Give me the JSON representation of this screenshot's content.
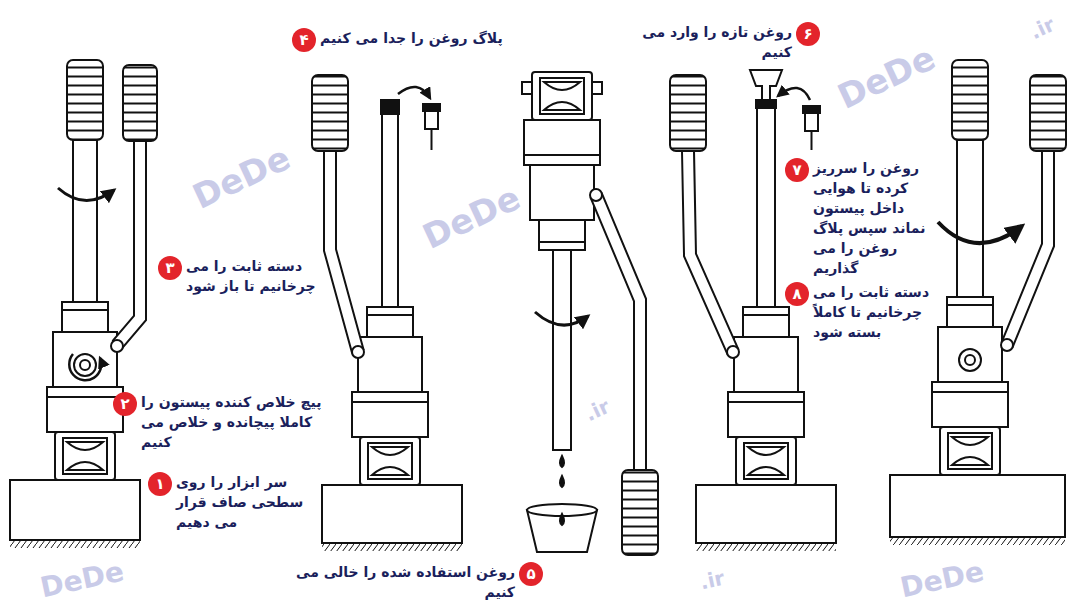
{
  "diagram": {
    "nodes": [
      {
        "text": [
          "۱",
          "سر ابزار را روی سطحی صاف قرار می دهیم"
        ]
      },
      {
        "text": [
          "۲",
          "پیچ خلاص کننده پیستون را کاملا پیچانده و خلاص می کنیم"
        ]
      },
      {
        "text": [
          "۳",
          "دسته ثابت را می چرخانیم تا باز شود"
        ]
      },
      {
        "text": [
          "۴",
          "پلاگ روغن را جدا می کنیم"
        ]
      },
      {
        "text": [
          "۵",
          "روغن استفاده شده را خالی می کنیم"
        ]
      },
      {
        "text": [
          "۶",
          "روغن تازه را وارد می کنیم"
        ]
      },
      {
        "text": [
          "۷",
          "روغن را سرریز کرده تا هوایی داخل پیستون نماند سپس پلاگ روغن را می گذاریم"
        ]
      },
      {
        "text": [
          "۸",
          "دسته ثابت را می چرخانیم تا کاملاً بسته شود"
        ]
      }
    ],
    "labels": [
      "DeDe",
      "DeDe",
      "DeDe",
      "DeDe",
      "DeDe",
      ".ir",
      ".ir",
      ".ir"
    ]
  }
}
